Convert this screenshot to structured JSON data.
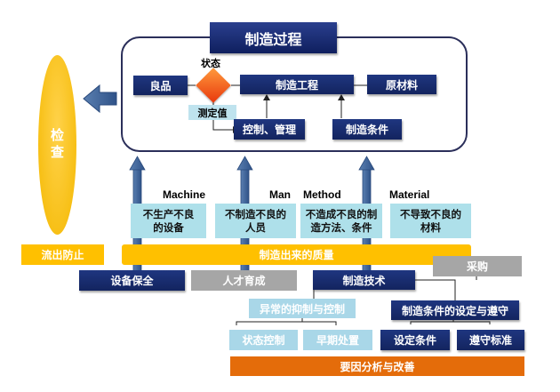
{
  "title": "制造过程",
  "process": {
    "status": "状态",
    "good": "良品",
    "manufacturing_process": "制造工程",
    "raw_material": "原材料",
    "measured_value": "测定值",
    "control": "控制、管理",
    "conditions": "制造条件"
  },
  "inspection": "检查",
  "categories": {
    "machine": "Machine",
    "man": "Man",
    "method": "Method",
    "material": "Material"
  },
  "causes": {
    "machine": "不生产不良的设备",
    "man": "不制造不良的人员",
    "method": "不造成不良的制造方法、条件",
    "material": "不导致不良的材料"
  },
  "outflow_prevention": "流出防止",
  "built_in_quality": "制造出来的质量",
  "equipment_maintenance": "设备保全",
  "talent_development": "人才育成",
  "manufacturing_tech": "制造技术",
  "purchasing": "采购",
  "abnormality_control": "异常的抑制与控制",
  "condition_setting_compliance": "制造条件的设定与遵守",
  "state_control": "状态控制",
  "early_handling": "早期处置",
  "set_conditions": "设定条件",
  "follow_standards": "遵守标准",
  "factor_analysis": "要因分析与改善",
  "colors": {
    "navy": "#1a2c6e",
    "cyan": "#aee0ea",
    "light_blue": "#a9d7e8",
    "grey": "#a6a6a6",
    "yellow": "#ffc000",
    "orange": "#e46c0a",
    "arrow_blue": "#3e6496"
  }
}
